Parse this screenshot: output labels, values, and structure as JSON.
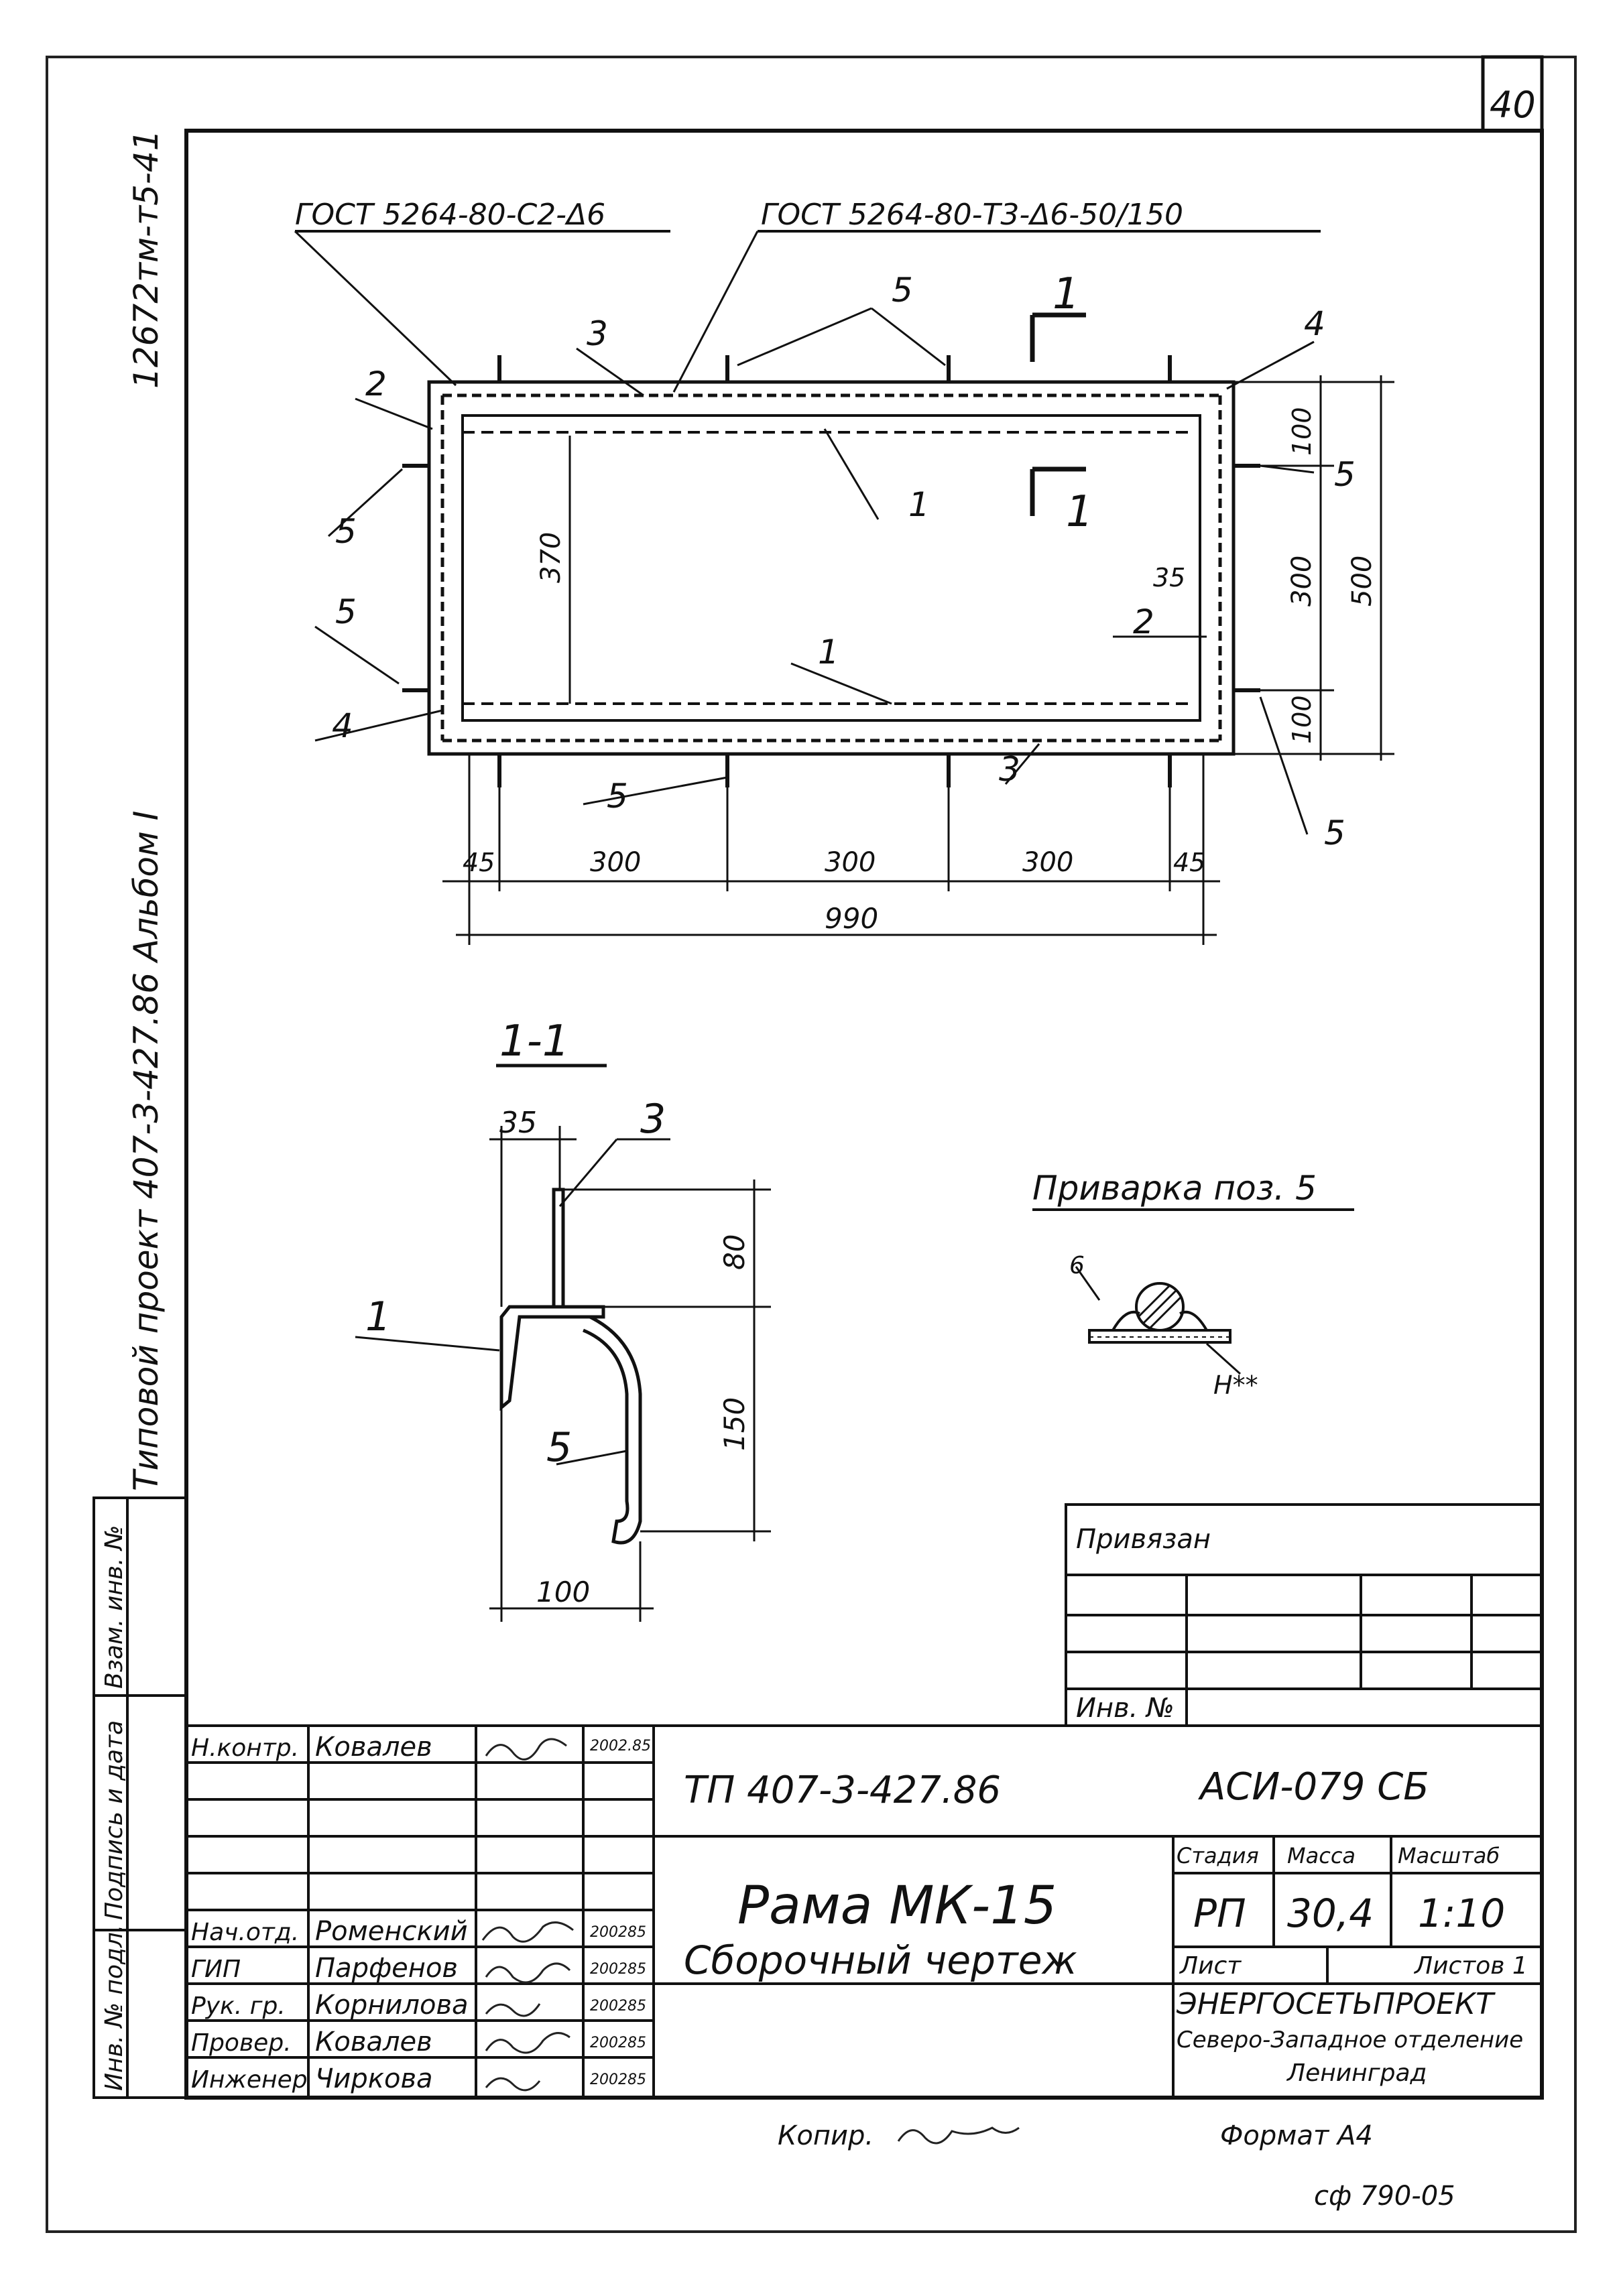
{
  "sheet_number": "40",
  "side_code": "12672тм-т5-41",
  "side_project": "Типовой   проект 407-3-427.86 Альбом I",
  "side_stamp_labels": [
    "Инв. № подл.",
    "Подпись и дата",
    "Взам. инв. №"
  ],
  "plan": {
    "gost_left": "ГОСТ 5264-80-С2-Δ6",
    "gost_right": "ГОСТ 5264-80-Т3-Δ6-50/150",
    "section_mark": "1",
    "position_labels": [
      "1",
      "1",
      "2",
      "2",
      "3",
      "3",
      "4",
      "4",
      "5",
      "5",
      "5",
      "5",
      "5",
      "5"
    ],
    "dim_370": "370",
    "dim_35": "35",
    "dim_right_100_top": "100",
    "dim_right_300": "300",
    "dim_right_100_bottom": "100",
    "dim_right_500": "500",
    "dim_bottom_45_left": "45",
    "dim_bottom_300_a": "300",
    "dim_bottom_300_b": "300",
    "dim_bottom_300_c": "300",
    "dim_bottom_45_right": "45",
    "dim_total": "990"
  },
  "section": {
    "title": "1-1",
    "dim_35": "35",
    "label_3": "3",
    "label_1": "1",
    "label_5": "5",
    "dim_80": "80",
    "dim_150": "150",
    "dim_100": "100"
  },
  "weld_detail": {
    "title": "Приварка поз. 5",
    "leg_label": "6",
    "h_label": "Н**"
  },
  "binding_table": {
    "title": "Привязан",
    "inv_label": "Инв. №"
  },
  "title_block": {
    "signatures": [
      {
        "role": "Н.контр.",
        "name": "Ковалев",
        "date": "2002.85"
      },
      {
        "role": "",
        "name": "",
        "date": ""
      },
      {
        "role": "",
        "name": "",
        "date": ""
      },
      {
        "role": "",
        "name": "",
        "date": ""
      },
      {
        "role": "",
        "name": "",
        "date": ""
      },
      {
        "role": "Нач.отд.",
        "name": "Роменский",
        "date": "200285"
      },
      {
        "role": "ГИП",
        "name": "Парфенов",
        "date": "200285"
      },
      {
        "role": "Рук. гр.",
        "name": "Корнилова",
        "date": "200285"
      },
      {
        "role": "Провер.",
        "name": "Ковалев",
        "date": "200285"
      },
      {
        "role": "Инженер",
        "name": "Чиркова",
        "date": "200285"
      }
    ],
    "doc_code": "ТП 407-3-427.86",
    "drawing_code": "АСИ-079  СБ",
    "title_line1": "Рама МК-15",
    "title_line2": "Сборочный чертеж",
    "stage_header": "Стадия",
    "mass_header": "Масса",
    "scale_header": "Масштаб",
    "stage": "РП",
    "mass": "30,4",
    "scale": "1:10",
    "sheet_label": "Лист",
    "sheets_label": "Листов 1",
    "org_line1": "ЭНЕРГОСЕТЬПРОЕКТ",
    "org_line2": "Северо-Западное отделение",
    "org_line3": "Ленинград"
  },
  "footer": {
    "copied": "Копир.",
    "format": "Формат А4",
    "ref": "сф 790-05"
  }
}
